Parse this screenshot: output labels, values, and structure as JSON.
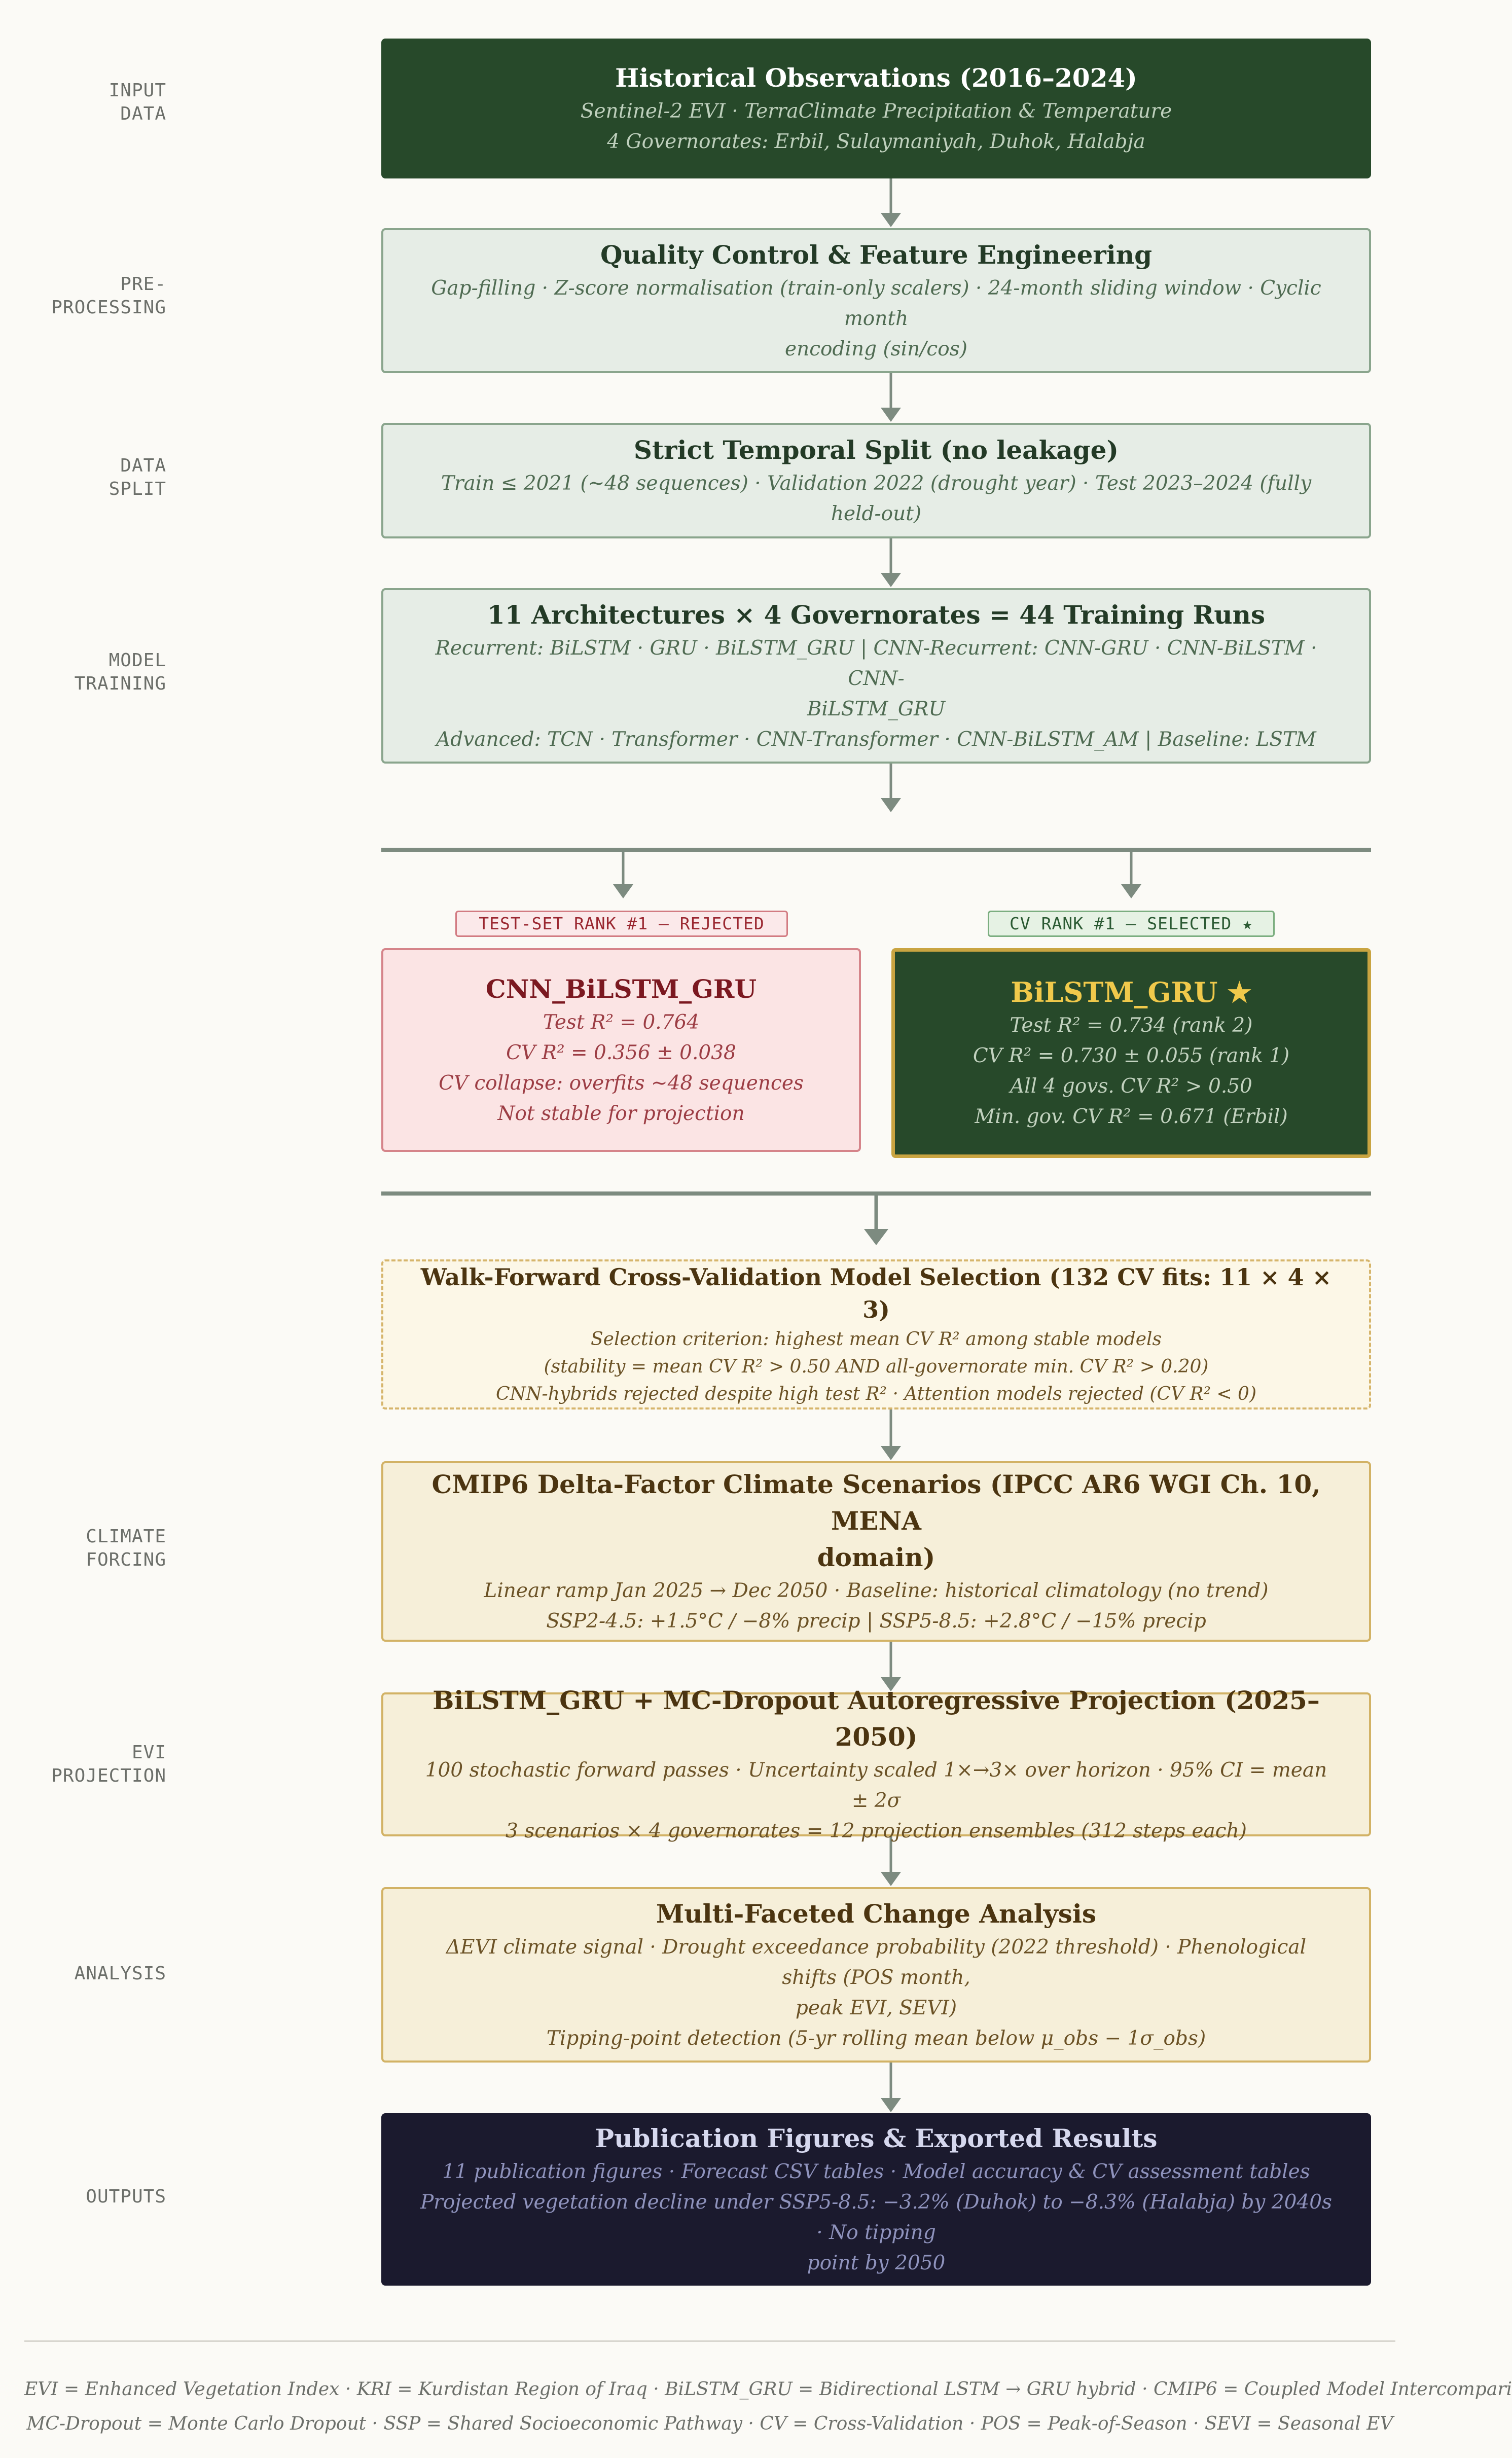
{
  "stages": {
    "input": "INPUT\nDATA",
    "preprocessing": "PRE-\nPROCESSING",
    "split": "DATA\nSPLIT",
    "training": "MODEL\nTRAINING",
    "climate": "CLIMATE\nFORCING",
    "projection": "EVI\nPROJECTION",
    "analysis": "ANALYSIS",
    "outputs": "OUTPUTS"
  },
  "historical": {
    "title": "Historical Observations (2016–2024)",
    "line1": "Sentinel-2 EVI · TerraClimate Precipitation & Temperature",
    "line2": "4 Governorates: Erbil, Sulaymaniyah, Duhok, Halabja"
  },
  "qc": {
    "title": "Quality Control & Feature Engineering",
    "line1": "Gap-filling · Z-score normalisation (train-only scalers) · 24-month sliding window · Cyclic month",
    "line2": "encoding (sin/cos)"
  },
  "split": {
    "title": "Strict Temporal Split (no leakage)",
    "line1": "Train ≤ 2021 (~48 sequences)  ·  Validation 2022 (drought year)  ·  Test 2023–2024 (fully held-out)"
  },
  "training": {
    "title": "11 Architectures × 4 Governorates = 44 Training Runs",
    "line1": "Recurrent: BiLSTM · GRU · BiLSTM_GRU  |  CNN-Recurrent: CNN-GRU · CNN-BiLSTM · CNN-",
    "line2": "BiLSTM_GRU",
    "line3": "Advanced: TCN · Transformer · CNN-Transformer · CNN-BiLSTM_AM  |  Baseline: LSTM"
  },
  "rejected": {
    "tag": "TEST-SET RANK #1 — REJECTED",
    "title": "CNN_BiLSTM_GRU",
    "line1": "Test R² = 0.764",
    "line2": "CV R² = 0.356 ± 0.038",
    "line3": "CV collapse: overfits ~48 sequences",
    "line4": "Not stable for projection"
  },
  "selected": {
    "tag": "CV RANK #1 — SELECTED ★",
    "title": "BiLSTM_GRU ★",
    "line1": "Test R² = 0.734 (rank 2)",
    "line2": "CV R² = 0.730 ± 0.055 (rank 1)",
    "line3": "All 4 govs. CV R² > 0.50",
    "line4": "Min. gov. CV R² = 0.671 (Erbil)"
  },
  "walkforward": {
    "title": "Walk-Forward Cross-Validation Model Selection (132 CV fits: 11 × 4 × 3)",
    "line1": "Selection criterion: highest mean CV R² among stable models",
    "line2": "(stability = mean CV R² > 0.50 AND all-governorate min. CV R² > 0.20)",
    "line3": "CNN-hybrids rejected despite high test R² · Attention models rejected (CV R² < 0)"
  },
  "cmip": {
    "title1": "CMIP6 Delta-Factor Climate Scenarios (IPCC AR6 WGI Ch. 10, MENA",
    "title2": "domain)",
    "line1": "Linear ramp Jan 2025 → Dec 2050  ·  Baseline: historical climatology (no trend)",
    "line2": "SSP2-4.5: +1.5°C / −8% precip  |  SSP5-8.5: +2.8°C / −15% precip"
  },
  "projection": {
    "title": "BiLSTM_GRU + MC-Dropout Autoregressive Projection (2025–2050)",
    "line1": "100 stochastic forward passes · Uncertainty scaled 1×→3× over horizon · 95% CI = mean ± 2σ",
    "line2": "3 scenarios × 4 governorates = 12 projection ensembles (312 steps each)"
  },
  "analysis": {
    "title": "Multi-Faceted Change Analysis",
    "line1": "ΔEVI climate signal · Drought exceedance probability (2022 threshold) · Phenological shifts (POS month,",
    "line2": "peak EVI, SEVI)",
    "line3": "Tipping-point detection (5-yr rolling mean below μ_obs − 1σ_obs)"
  },
  "outputs": {
    "title": "Publication Figures & Exported Results",
    "line1": "11 publication figures · Forecast CSV tables · Model accuracy & CV assessment tables",
    "line2": "Projected vegetation decline under SSP5-8.5: −3.2% (Duhok) to −8.3% (Halabja) by 2040s · No tipping",
    "line3": "point by 2050"
  },
  "legend": {
    "line1": "EVI = Enhanced Vegetation Index  ·  KRI = Kurdistan Region of Iraq  ·  BiLSTM_GRU = Bidirectional LSTM → GRU hybrid  ·  CMIP6 = Coupled Model Intercompari",
    "line2": "MC-Dropout = Monte Carlo Dropout  ·  SSP = Shared Socioeconomic Pathway  ·  CV = Cross-Validation  ·  POS = Peak-of-Season  ·  SEVI = Seasonal EV"
  },
  "colors": {
    "connector": "#7d8b80",
    "dark_green": "#27492a",
    "gold": "#c9a441",
    "navy": "#1b1a2e"
  }
}
